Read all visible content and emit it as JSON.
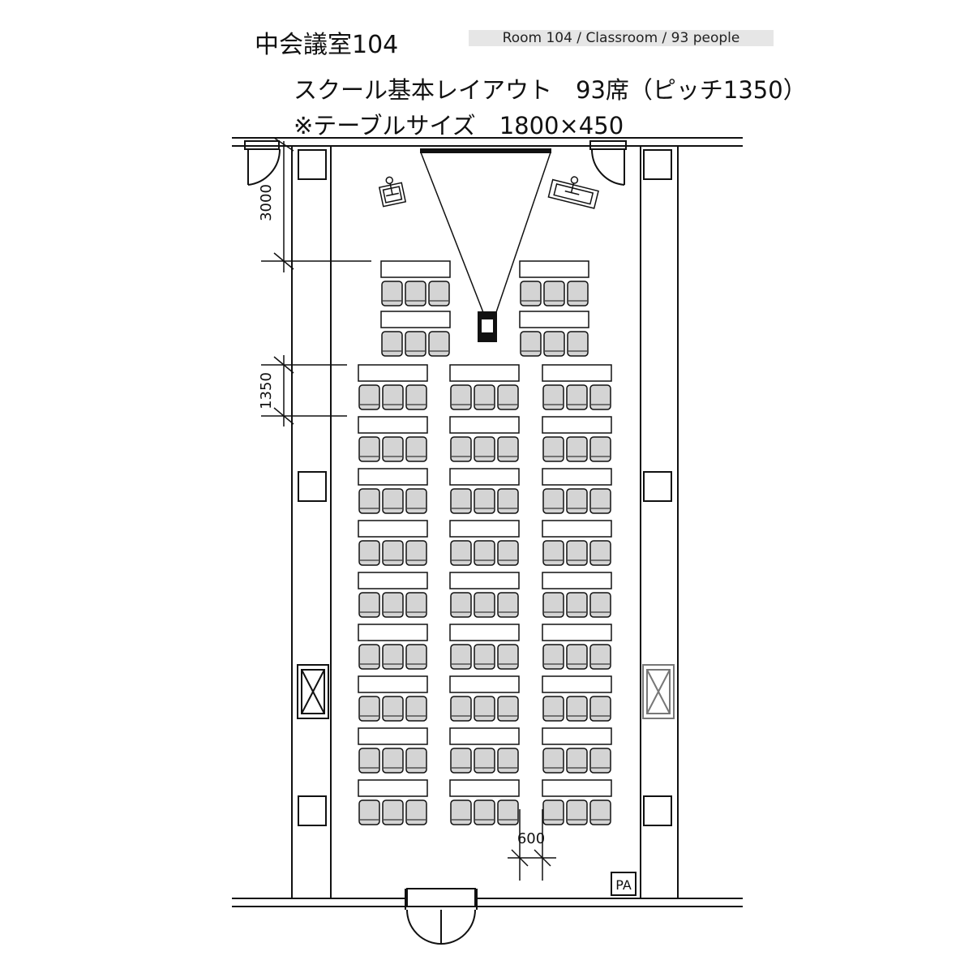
{
  "header": {
    "title": "中会議室104",
    "badge": "Room 104 / Classroom / 93 people",
    "layout_line": "スクール基本レイアウト　93席（ピッチ1350）",
    "table_size_line": "※テーブルサイズ　1800×450"
  },
  "dimensions": {
    "front_gap": "3000",
    "row_pitch": "1350",
    "aisle_width": "600"
  },
  "equipment": {
    "pa_label": "PA"
  },
  "seating": {
    "front_rows_per_side": 2,
    "main_rows": 9,
    "main_columns": 3,
    "chairs_per_table": 3,
    "total_seats": 93
  }
}
